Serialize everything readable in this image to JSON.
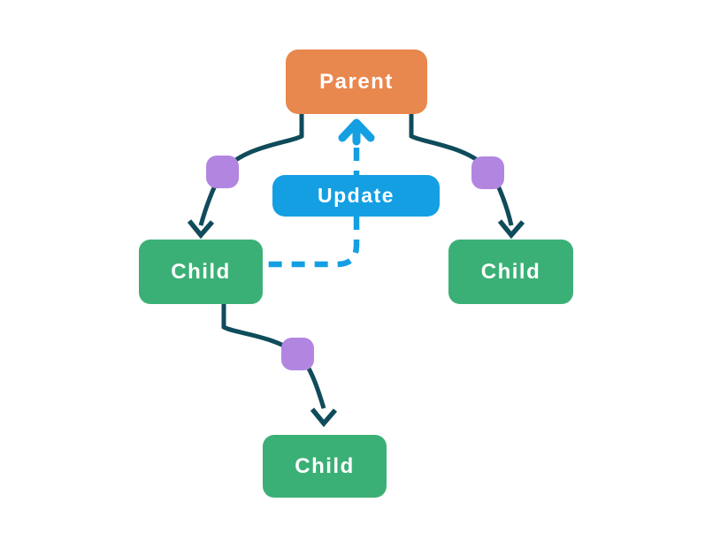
{
  "diagram": {
    "title": "Parent-Child update flow diagram",
    "colors": {
      "background": "#FFFFFF",
      "parent": "#E8884E",
      "update": "#149FE3",
      "child": "#3BB076",
      "marker": "#B286E0",
      "connector": "#0F4C5B"
    },
    "nodes": {
      "parent": {
        "label": "Parent"
      },
      "update": {
        "label": "Update"
      },
      "child_left": {
        "label": "Child"
      },
      "child_right": {
        "label": "Child"
      },
      "child_bottom": {
        "label": "Child"
      }
    },
    "edges": [
      {
        "from": "Parent",
        "to": "Child (left)",
        "style": "solid",
        "marker": true
      },
      {
        "from": "Parent",
        "to": "Child (right)",
        "style": "solid",
        "marker": true
      },
      {
        "from": "Child (left)",
        "to": "Child (bottom)",
        "style": "solid",
        "marker": true
      },
      {
        "from": "Child (left)",
        "to": "Parent",
        "style": "dashed",
        "via": "Update"
      }
    ]
  }
}
